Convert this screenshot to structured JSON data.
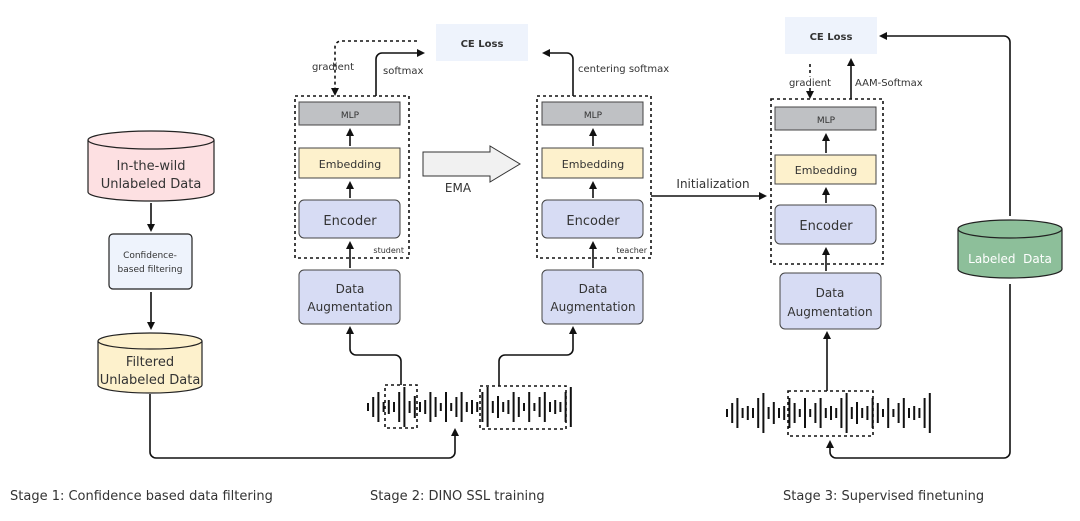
{
  "colors": {
    "pink": "#fde0e2",
    "yellow": "#fdf1cc",
    "blue": "#d7dcf4",
    "lightblue": "#eef3fc",
    "gray": "#bfc1c4",
    "green": "#8dbf9a",
    "waveGreen": "#dcf3e2"
  },
  "stage1": {
    "source": [
      "In-the-wild",
      "Unlabeled Data"
    ],
    "filter": [
      "Confidence-",
      "based filtering"
    ],
    "filtered": [
      "Filtered",
      "Unlabeled Data"
    ],
    "caption": "Stage 1: Confidence based data filtering"
  },
  "stage2": {
    "ce_loss": "CE Loss",
    "gradient": "gradient",
    "softmax": "softmax",
    "centering": "centering softmax",
    "mlp": "MLP",
    "embedding": "Embedding",
    "encoder": "Encoder",
    "aug": [
      "Data",
      "Augmentation"
    ],
    "student": "student",
    "teacher": "teacher",
    "ema": "EMA",
    "caption": "Stage 2: DINO SSL training"
  },
  "init": "Initialization",
  "stage3": {
    "ce_loss": "CE Loss",
    "gradient": "gradient",
    "aam": "AAM-Softmax",
    "mlp": "MLP",
    "embedding": "Embedding",
    "encoder": "Encoder",
    "aug": [
      "Data",
      "Augmentation"
    ],
    "labeled": "Labeled  Data",
    "caption": "Stage 3: Supervised finetuning"
  }
}
